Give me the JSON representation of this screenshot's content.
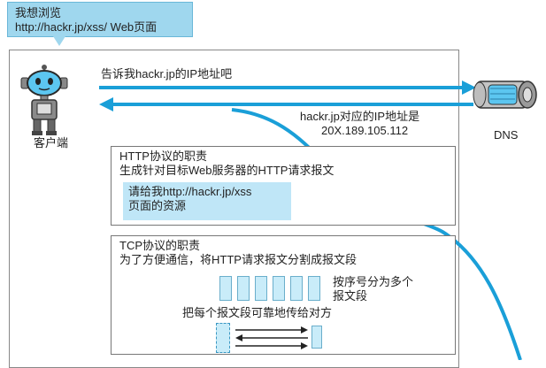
{
  "bubble": {
    "line1": "我想浏览",
    "line2": "http://hackr.jp/xss/ Web页面"
  },
  "client": {
    "label": "客户端",
    "icon": "robot-client-icon"
  },
  "dns": {
    "label": "DNS",
    "icon": "dns-server-icon"
  },
  "request": {
    "text": "告诉我hackr.jp的IP地址吧"
  },
  "response": {
    "line1": "hackr.jp对应的IP地址是",
    "line2": "20X.189.105.112"
  },
  "http_box": {
    "title": "HTTP协议的职责",
    "subtitle": "生成针对目标Web服务器的HTTP请求报文",
    "note_line1": "请给我http://hackr.jp/xss",
    "note_line2": "页面的资源"
  },
  "tcp_box": {
    "title": "TCP协议的职责",
    "subtitle": "为了方便通信，将HTTP请求报文分割成报文段",
    "seg_line1": "按序号分为多个",
    "seg_line2": "报文段",
    "transfer": "把每个报文段可靠地传给对方"
  },
  "colors": {
    "accent": "#1a9fd8",
    "bubble": "#9fd7ee",
    "note": "#bfe6f7"
  }
}
